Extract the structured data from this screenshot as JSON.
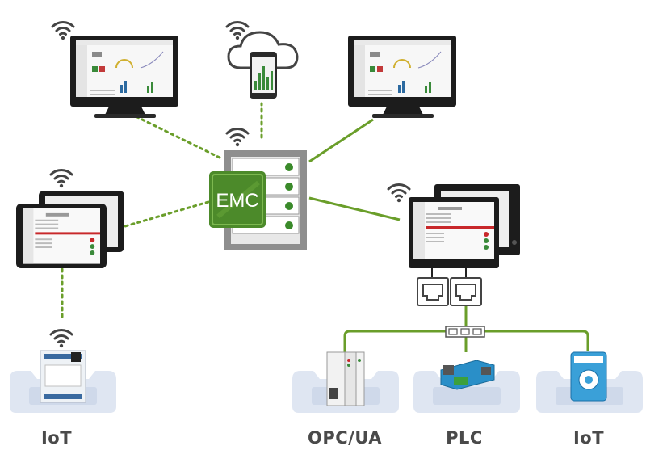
{
  "server": {
    "logo_text": "EMC"
  },
  "device_labels": {
    "iot_left": "IoT",
    "opcua": "OPC/UA",
    "plc": "PLC",
    "iot_right": "IoT"
  },
  "colors": {
    "connection_green": "#6a9e2a",
    "logo_green": "#4c8a2a",
    "cradle_blue": "#dfe6f2",
    "screen_black": "#1c1c1c",
    "label_gray": "#4a4a4a"
  },
  "icons": [
    "wifi-icon",
    "cloud-icon",
    "server-icon",
    "ethernet-port-icon",
    "network-switch-icon"
  ]
}
